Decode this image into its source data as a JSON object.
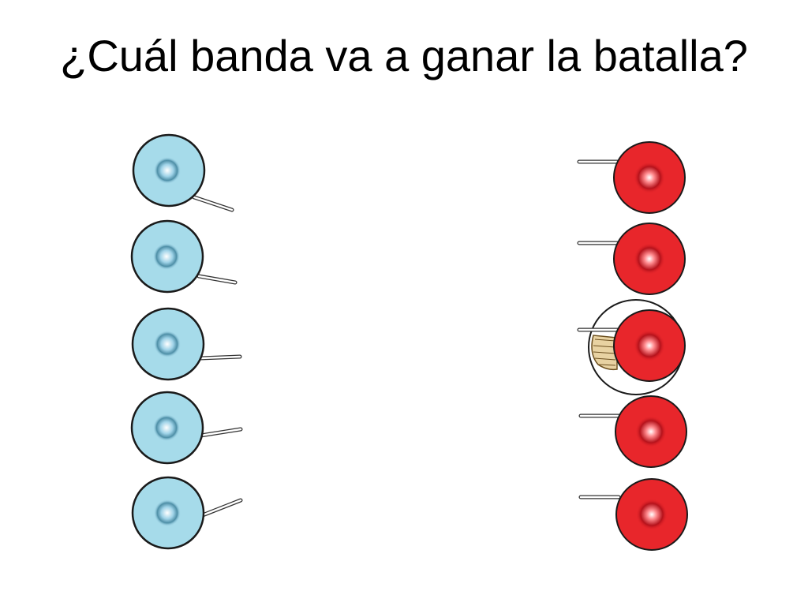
{
  "slide": {
    "title": "¿Cuál banda va a ganar la batalla?"
  },
  "bands": [
    {
      "team": "blue",
      "member_count": 5,
      "body_color": "#a6dbea",
      "outline_color": "#1a1a1a"
    },
    {
      "team": "red",
      "member_count": 5,
      "body_color": "#e8262b",
      "outline_color": "#1a1a1a"
    }
  ],
  "icons": [
    "blue-cell-icon",
    "red-cell-icon",
    "hand-lens-icon"
  ]
}
